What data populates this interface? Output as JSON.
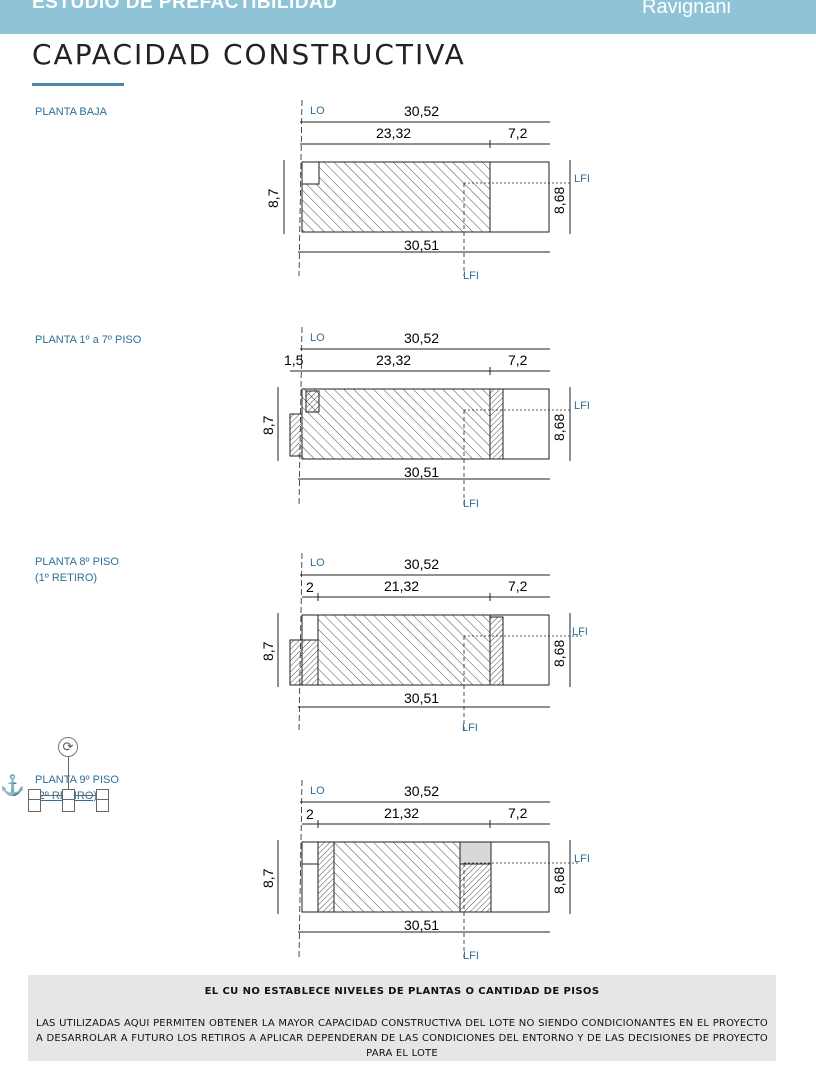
{
  "header": {
    "left_title": "ESTUDIO DE PREFACTIBILIDAD",
    "right_title": "Ravignani"
  },
  "page_title": "CAPACIDAD  CONSTRUCTIVA",
  "plans": [
    {
      "label_lines": [
        "PLANTA BAJA"
      ],
      "lo": "LO",
      "lfi": "LFI",
      "top_total": "30,52",
      "left_width": "23,32",
      "right_width": "7,2",
      "left_margin": "",
      "left_height": "8,7",
      "right_height": "8,68",
      "bottom_total": "30,51"
    },
    {
      "label_lines": [
        "PLANTA 1º a 7º PISO"
      ],
      "lo": "LO",
      "lfi": "LFI",
      "top_total": "30,52",
      "left_width": "23,32",
      "right_width": "7,2",
      "left_margin": "1,5",
      "left_height": "8,7",
      "right_height": "8,68",
      "bottom_total": "30,51"
    },
    {
      "label_lines": [
        "PLANTA 8º PISO",
        "(1º RETIRO)"
      ],
      "lo": "LO",
      "lfi": "LFI",
      "top_total": "30,52",
      "left_width": "21,32",
      "right_width": "7,2",
      "left_margin": "2",
      "left_height": "8,7",
      "right_height": "8,68",
      "bottom_total": "30,51"
    },
    {
      "label_lines": [
        "PLANTA 9º PISO",
        "(2º RETIRO)"
      ],
      "lo": "LO",
      "lfi": "LFI",
      "top_total": "30,52",
      "left_width": "21,32",
      "right_width": "7,2",
      "left_margin": "2",
      "left_height": "8,7",
      "right_height": "8,68",
      "bottom_total": "30,51"
    }
  ],
  "note": {
    "heading": "EL  CU  NO  ESTABLECE   NIVELES  DE  PLANTAS  O  CANTIDAD  DE  PISOS",
    "body": "LAS  UTILIZADAS  AQUI  PERMITEN   OBTENER   LA  MAYOR  CAPACIDAD  CONSTRUCTIVA   DEL  LOTE  NO  SIENDO  CONDICIONANTES EN  EL  PROYECTO   A   DESARROLAR  A  FUTURO  LOS  RETIROS  A  APLICAR  DEPENDERAN   DE  LAS  CONDICIONES   DEL  ENTORNO   Y DE  LAS  DECISIONES  DE  PROYECTO   PARA  EL  LOTE"
  },
  "colors": {
    "header_bg": "#8fc3d8",
    "label_blue": "#2f6f9a",
    "note_bg": "#e6e6e6"
  },
  "icons": [
    "rotate-icon",
    "anchor-icon"
  ]
}
